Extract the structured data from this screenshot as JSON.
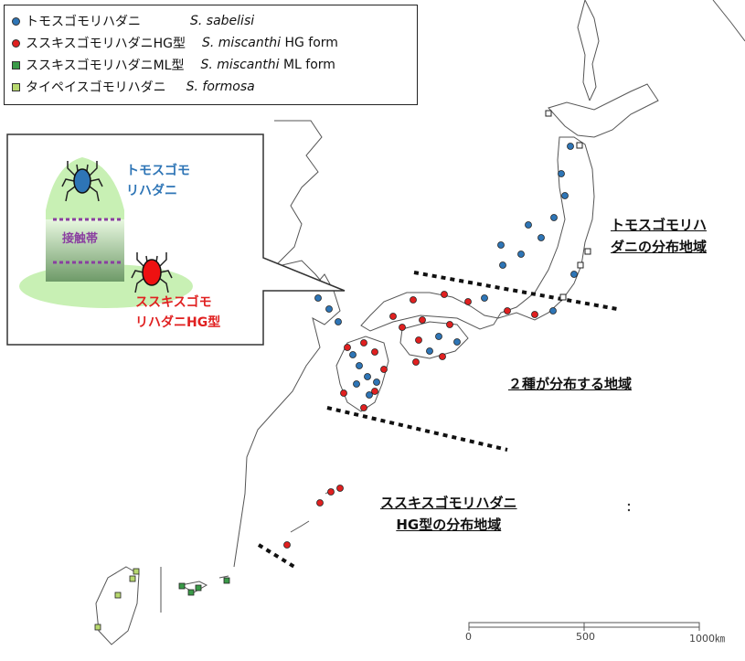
{
  "legend": {
    "items": [
      {
        "jp": "トモスゴモリハダニ",
        "sci_genus": "S.",
        "sci_species": "sabelisi",
        "sci_form": "",
        "color": "#2e75b6",
        "shape": "circle"
      },
      {
        "jp": "ススキスゴモリハダニHG型",
        "sci_genus": "S.",
        "sci_species": "miscanthi",
        "sci_form": "HG form",
        "color": "#e02020",
        "shape": "circle"
      },
      {
        "jp": "ススキスゴモリハダニML型",
        "sci_genus": "S.",
        "sci_species": "miscanthi",
        "sci_form": "ML form",
        "color": "#3a9a48",
        "shape": "square"
      },
      {
        "jp": "タイペイスゴモリハダニ",
        "sci_genus": "S.",
        "sci_species": "formosa",
        "sci_form": "",
        "color": "#b7d86e",
        "shape": "square"
      }
    ]
  },
  "inset": {
    "species_a_line1": "トモスゴモ",
    "species_a_line2": "リハダニ",
    "contact_zone": "接触帯",
    "species_b_line1": "ススキスゴモ",
    "species_b_line2": "リハダニHG型",
    "color_a": "#2e75b6",
    "color_b": "#e02020",
    "zone_color": "#c8f0b4"
  },
  "regions": {
    "north_line1": "トモスゴモリハ",
    "north_line2": "ダニの分布地域",
    "middle": "２種が分布する地域",
    "south_line1": "ススキスゴモリハダニ",
    "south_line2": "HG型の分布地域"
  },
  "scale": {
    "tick0": "0",
    "tick1": "500",
    "tick2": "1000㎞"
  },
  "icons": {
    "mite": "mite-icon"
  }
}
